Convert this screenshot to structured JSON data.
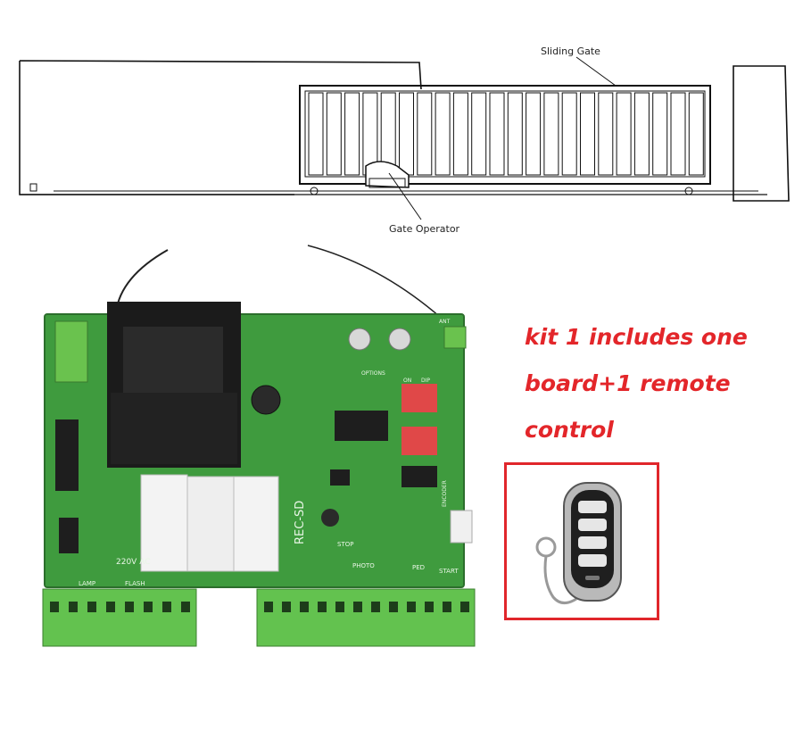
{
  "diagram": {
    "sliding_gate_label": "Sliding Gate",
    "gate_operator_label": "Gate Operator"
  },
  "board": {
    "model_label": "REC-SD",
    "voltage_label": "220V AC",
    "silkscreen": {
      "lamp": "LAMP",
      "flash": "FLASH",
      "options": "OPTIONS",
      "photo": "PHOTO",
      "ped": "PED",
      "start": "START",
      "stop": "STOP",
      "encoder": "ENCODER",
      "ant": "ANT",
      "on": "ON",
      "dip": "DIP"
    }
  },
  "kit": {
    "line1": "kit 1 includes one",
    "line2": "board+1 remote",
    "line3": "control"
  },
  "colors": {
    "pcb_green": "#3f9b3e",
    "terminal_green": "#63c24f",
    "accent_red": "#e3262a",
    "line_black": "#111111"
  }
}
